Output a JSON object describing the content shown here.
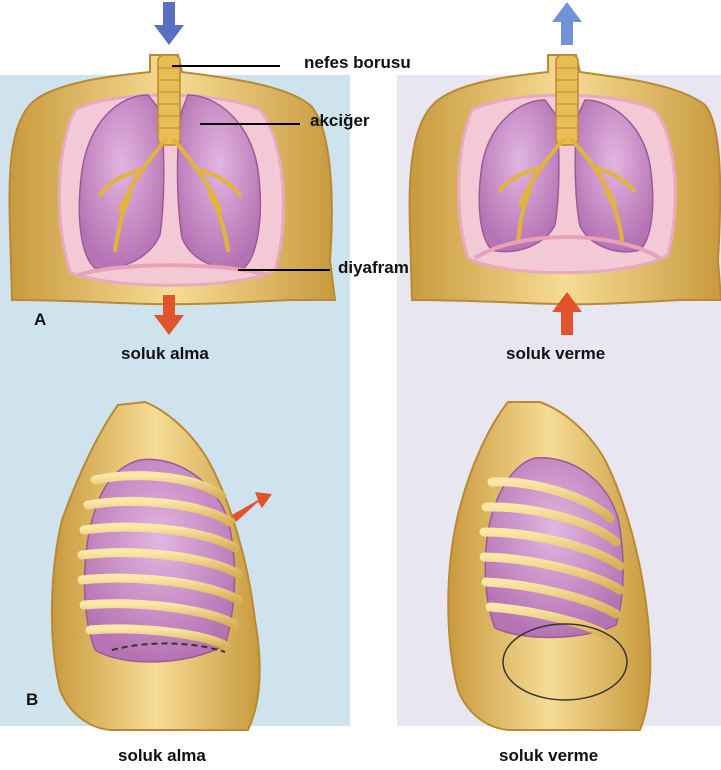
{
  "labels": {
    "trachea": "nefes borusu",
    "lung": "akciğer",
    "diaphragm": "diyafram"
  },
  "captions": {
    "top_left": "soluk alma",
    "top_right": "soluk verme",
    "bottom_left": "soluk alma",
    "bottom_right": "soluk verme"
  },
  "panel_letters": {
    "a": "A",
    "b": "B"
  },
  "colors": {
    "left_bg": "#cfe3ee",
    "right_bg": "#e7e6f1",
    "skin": "#e8c06a",
    "lung": "#c98ac6",
    "bronchi": "#e3b43a",
    "arrow_in": "#5a6fc4",
    "arrow_out": "#6f93d6",
    "arrow_red": "#e0532b"
  }
}
